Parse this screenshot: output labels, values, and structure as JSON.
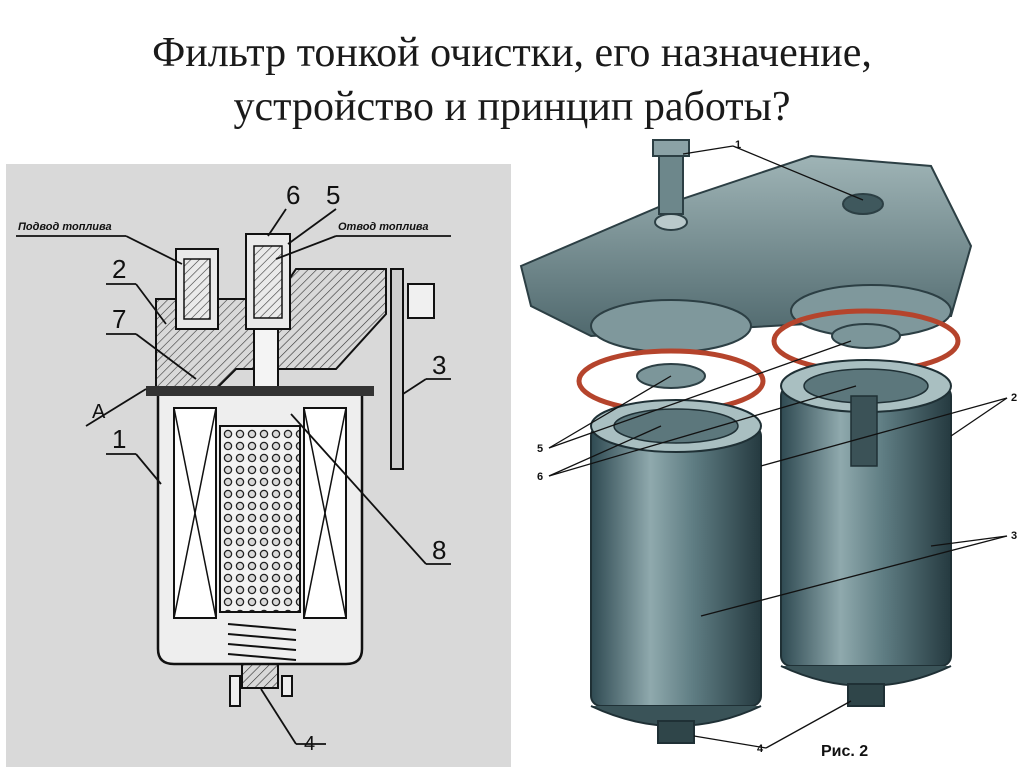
{
  "slide": {
    "title_line1": "Фильтр тонкой очистки, его назначение,",
    "title_line2": "устройство и принцип работы?"
  },
  "left_figure": {
    "callout_supply": "Подвод топлива",
    "callout_return": "Отвод топлива",
    "labels": {
      "n1": "1",
      "n2": "2",
      "n3": "3",
      "n4": "4",
      "n5": "5",
      "n6": "6",
      "n7": "7",
      "n8": "8",
      "a": "А"
    }
  },
  "right_figure": {
    "labels": {
      "n1": "1",
      "n2": "2",
      "n3": "3",
      "n4": "4",
      "n5": "5",
      "n6": "6"
    },
    "caption": "Рис. 2"
  }
}
